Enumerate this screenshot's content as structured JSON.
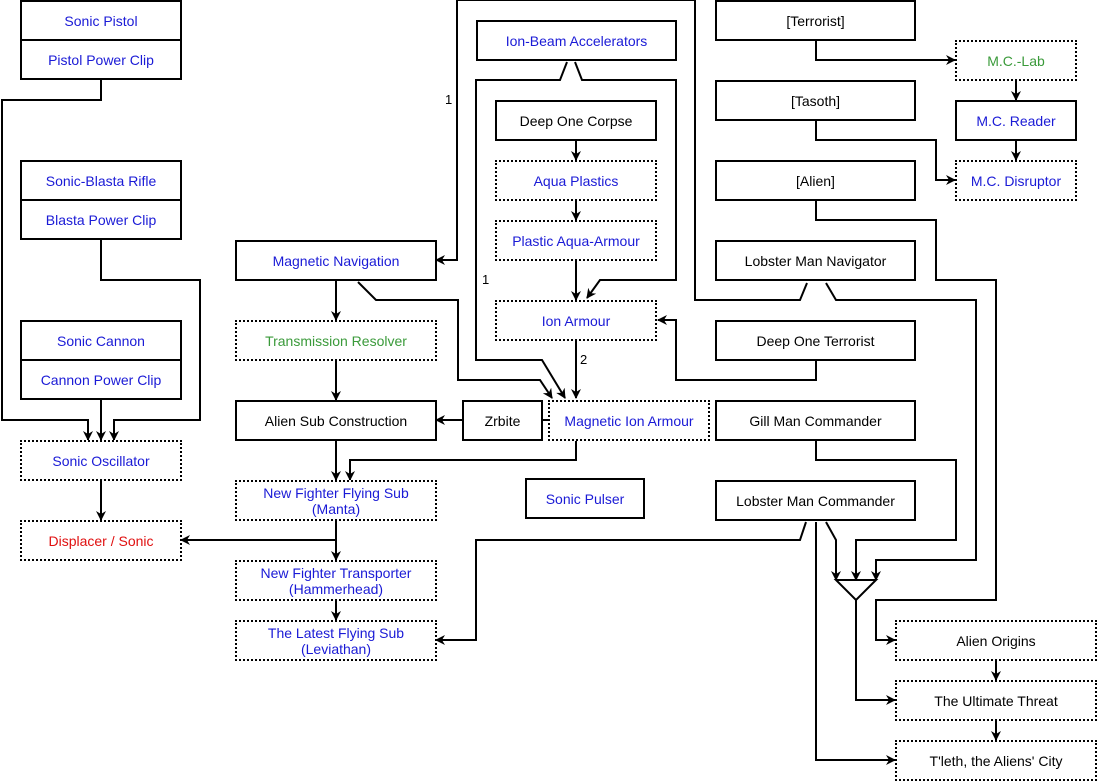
{
  "nodes": {
    "sonic_pistol": {
      "label": "Sonic Pistol",
      "color": "blue",
      "style": "solid"
    },
    "pistol_power_clip": {
      "label": "Pistol Power Clip",
      "color": "blue",
      "style": "solid"
    },
    "sonic_blasta_rifle": {
      "label": "Sonic-Blasta Rifle",
      "color": "blue",
      "style": "solid"
    },
    "blasta_power_clip": {
      "label": "Blasta Power Clip",
      "color": "blue",
      "style": "solid"
    },
    "sonic_cannon": {
      "label": "Sonic Cannon",
      "color": "blue",
      "style": "solid"
    },
    "cannon_power_clip": {
      "label": "Cannon Power Clip",
      "color": "blue",
      "style": "solid"
    },
    "sonic_oscillator": {
      "label": "Sonic Oscillator",
      "color": "blue",
      "style": "dotted"
    },
    "displacer_sonic": {
      "label": "Displacer / Sonic",
      "color": "red",
      "style": "dotted"
    },
    "magnetic_navigation": {
      "label": "Magnetic Navigation",
      "color": "blue",
      "style": "solid"
    },
    "transmission_resolver": {
      "label": "Transmission Resolver",
      "color": "green",
      "style": "dotted"
    },
    "alien_sub_construction": {
      "label": "Alien Sub Construction",
      "color": "black",
      "style": "solid"
    },
    "zrbite": {
      "label": "Zrbite",
      "color": "black",
      "style": "solid"
    },
    "new_fighter_flying_sub": {
      "label": "New Fighter Flying Sub\n(Manta)",
      "color": "blue",
      "style": "dotted"
    },
    "new_fighter_transporter": {
      "label": "New Fighter Transporter\n(Hammerhead)",
      "color": "blue",
      "style": "dotted"
    },
    "latest_flying_sub": {
      "label": "The Latest Flying Sub\n(Leviathan)",
      "color": "blue",
      "style": "dotted"
    },
    "ion_beam_accelerators": {
      "label": "Ion-Beam Accelerators",
      "color": "blue",
      "style": "solid"
    },
    "deep_one_corpse": {
      "label": "Deep One Corpse",
      "color": "black",
      "style": "solid"
    },
    "aqua_plastics": {
      "label": "Aqua Plastics",
      "color": "blue",
      "style": "dotted"
    },
    "plastic_aqua_armour": {
      "label": "Plastic Aqua-Armour",
      "color": "blue",
      "style": "dotted"
    },
    "ion_armour": {
      "label": "Ion Armour",
      "color": "blue",
      "style": "dotted"
    },
    "magnetic_ion_armour": {
      "label": "Magnetic Ion Armour",
      "color": "blue",
      "style": "dotted"
    },
    "sonic_pulser": {
      "label": "Sonic Pulser",
      "color": "blue",
      "style": "solid"
    },
    "terrorist": {
      "label": "[Terrorist]",
      "color": "black",
      "style": "solid"
    },
    "tasoth": {
      "label": "[Tasoth]",
      "color": "black",
      "style": "solid"
    },
    "alien": {
      "label": "[Alien]",
      "color": "black",
      "style": "solid"
    },
    "mc_lab": {
      "label": "M.C.-Lab",
      "color": "green",
      "style": "dotted"
    },
    "mc_reader": {
      "label": "M.C. Reader",
      "color": "blue",
      "style": "solid"
    },
    "mc_disruptor": {
      "label": "M.C. Disruptor",
      "color": "blue",
      "style": "dotted"
    },
    "lobster_man_navigator": {
      "label": "Lobster Man Navigator",
      "color": "black",
      "style": "solid"
    },
    "deep_one_terrorist": {
      "label": "Deep One Terrorist",
      "color": "black",
      "style": "solid"
    },
    "gill_man_commander": {
      "label": "Gill Man Commander",
      "color": "black",
      "style": "solid"
    },
    "lobster_man_commander": {
      "label": "Lobster Man Commander",
      "color": "black",
      "style": "solid"
    },
    "alien_origins": {
      "label": "Alien Origins",
      "color": "black",
      "style": "dotted"
    },
    "ultimate_threat": {
      "label": "The Ultimate Threat",
      "color": "black",
      "style": "dotted"
    },
    "tleth": {
      "label": "T'leth, the Aliens' City",
      "color": "black",
      "style": "dotted"
    }
  },
  "edge_labels": {
    "label_1_top": "1",
    "label_1_mid": "1",
    "label_2": "2"
  }
}
